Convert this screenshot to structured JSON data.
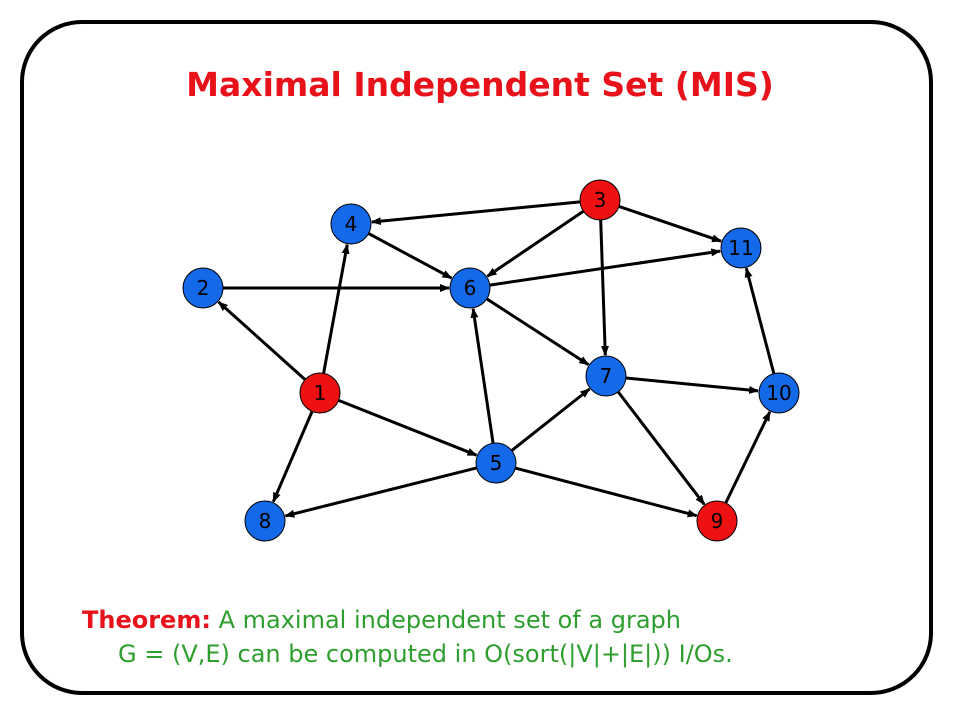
{
  "slide": {
    "title": "Maximal Independent Set (MIS)",
    "theorem": {
      "label": "Theorem:",
      "line1": " A maximal independent set of a graph",
      "line2": "G = (V,E) can be computed in O(sort(|V|+|E|)) I/Os."
    }
  },
  "colors": {
    "title": "#e8121b",
    "theorem_label": "#e8121b",
    "theorem_text": "#2e9e2e",
    "node_in_set": "#ee1111",
    "node_other": "#1469e8",
    "edge": "#000000"
  },
  "graph": {
    "nodes": [
      {
        "id": "1",
        "in_set": true
      },
      {
        "id": "2",
        "in_set": false
      },
      {
        "id": "3",
        "in_set": true
      },
      {
        "id": "4",
        "in_set": false
      },
      {
        "id": "5",
        "in_set": false
      },
      {
        "id": "6",
        "in_set": false
      },
      {
        "id": "7",
        "in_set": false
      },
      {
        "id": "8",
        "in_set": false
      },
      {
        "id": "9",
        "in_set": true
      },
      {
        "id": "10",
        "in_set": false
      },
      {
        "id": "11",
        "in_set": false
      }
    ],
    "edges": [
      {
        "from": "1",
        "to": "2"
      },
      {
        "from": "1",
        "to": "4"
      },
      {
        "from": "1",
        "to": "8"
      },
      {
        "from": "1",
        "to": "5"
      },
      {
        "from": "2",
        "to": "6"
      },
      {
        "from": "3",
        "to": "4"
      },
      {
        "from": "3",
        "to": "6"
      },
      {
        "from": "3",
        "to": "7"
      },
      {
        "from": "3",
        "to": "11"
      },
      {
        "from": "4",
        "to": "6"
      },
      {
        "from": "6",
        "to": "11"
      },
      {
        "from": "6",
        "to": "7"
      },
      {
        "from": "5",
        "to": "6"
      },
      {
        "from": "5",
        "to": "7"
      },
      {
        "from": "5",
        "to": "8"
      },
      {
        "from": "5",
        "to": "9"
      },
      {
        "from": "7",
        "to": "10"
      },
      {
        "from": "7",
        "to": "9"
      },
      {
        "from": "9",
        "to": "10"
      },
      {
        "from": "10",
        "to": "11"
      }
    ]
  }
}
